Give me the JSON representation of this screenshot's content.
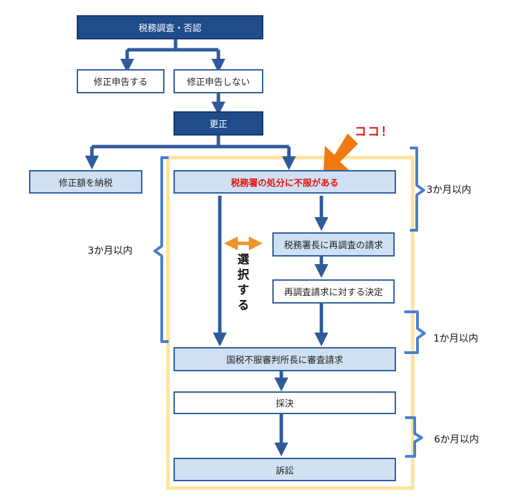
{
  "nodes": {
    "audit": "税務調査・否認",
    "amend": "修正申告する",
    "no_amend": "修正申告しない",
    "correction": "更正",
    "pay_amended": "修正額を納税",
    "dissatisfied": "税務署の処分に不服がある",
    "reinvestigation_request": "税務署長に再調査の請求",
    "reinvestigation_decision": "再調査請求に対する決定",
    "review_request": "国税不服審判所長に審査請求",
    "ruling": "採決",
    "lawsuit": "訴訟"
  },
  "annotations": {
    "here": "ココ！",
    "choose": "選択する",
    "deadline_right_top": "3か月以内",
    "deadline_left": "3か月以内",
    "deadline_1m": "1か月以内",
    "deadline_6m": "6か月以内"
  },
  "colors": {
    "dark_box": "#1f4d8c",
    "light_box": "#cfe0f3",
    "arrow": "#2f5b9c",
    "highlight_frame": "#ffe399",
    "pointer": "#f07a12",
    "emphasis_text": "#e3140e"
  }
}
